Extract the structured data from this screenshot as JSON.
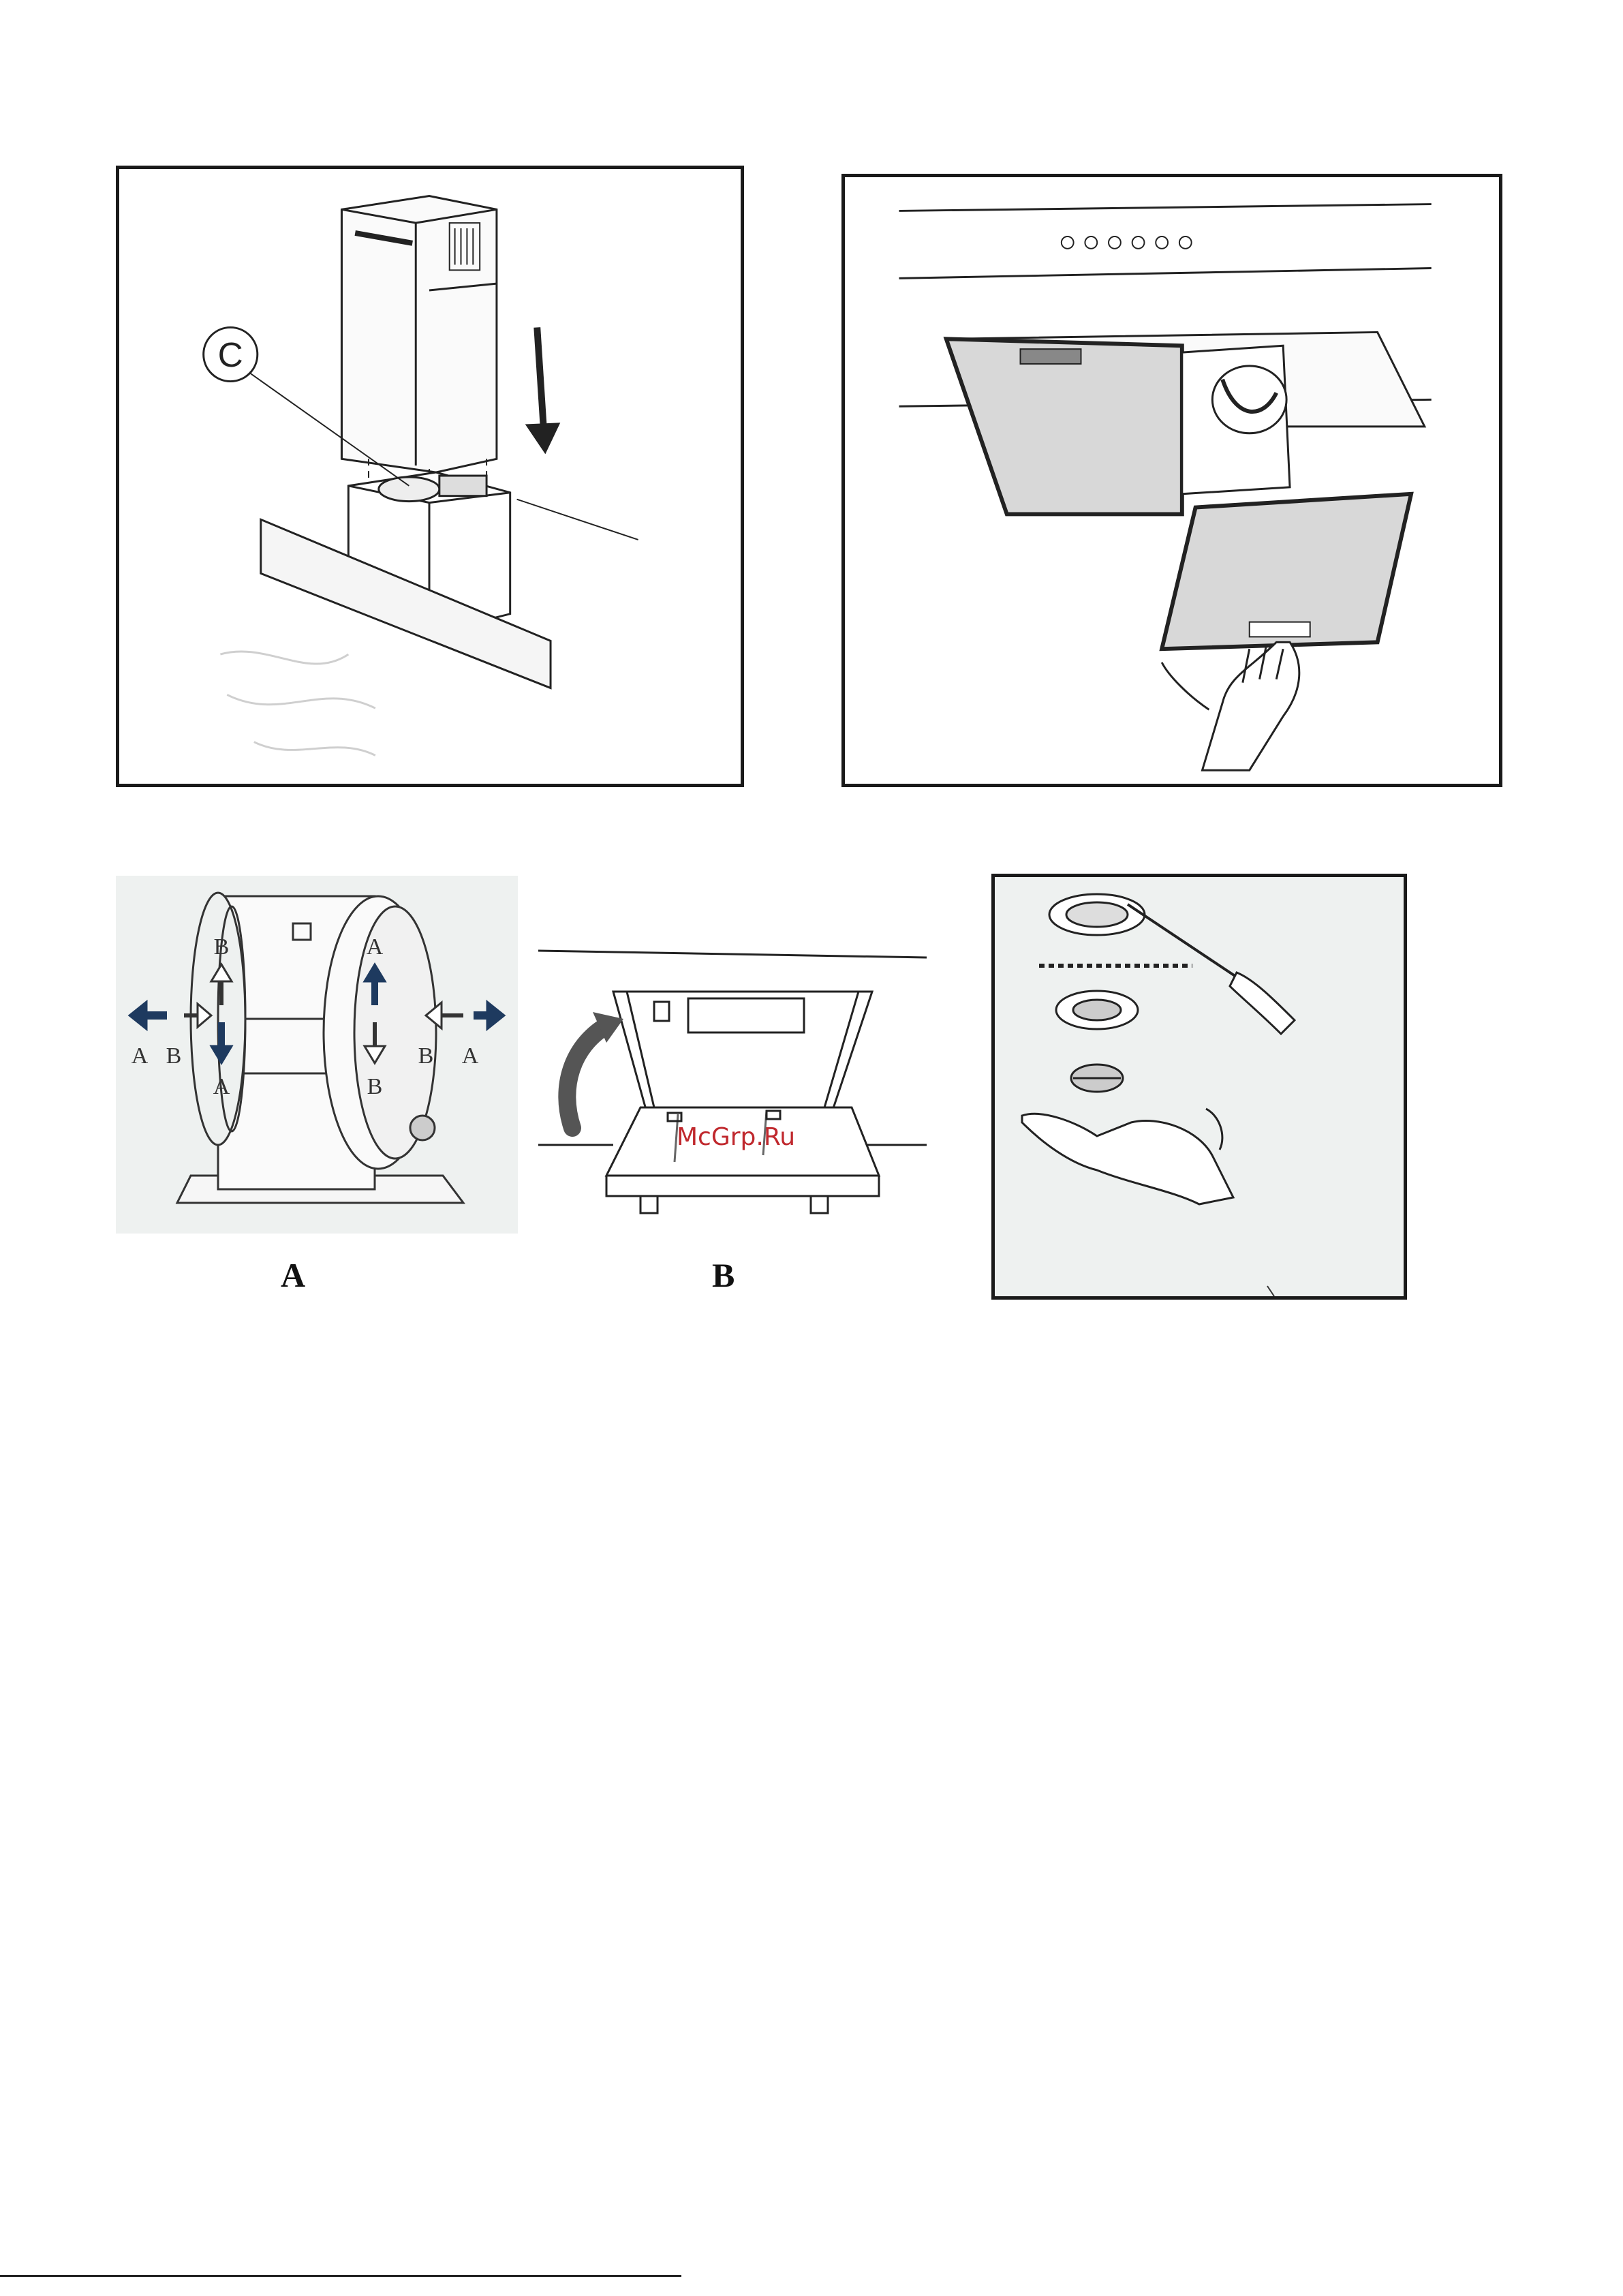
{
  "page": {
    "figures": {
      "chimney_install": {
        "label_c": "C"
      },
      "filter_removal": {},
      "motor_rotation": {
        "top_left": "B",
        "bottom_left": "A",
        "top_right": "A",
        "bottom_right": "B",
        "left_dark": "A",
        "left_light": "B",
        "right_light": "B",
        "right_dark": "A"
      },
      "flap_opening": {
        "watermark": "McGrp.Ru"
      },
      "lamp_replacement": {}
    },
    "captions": {
      "a": "A",
      "b": "B"
    }
  }
}
